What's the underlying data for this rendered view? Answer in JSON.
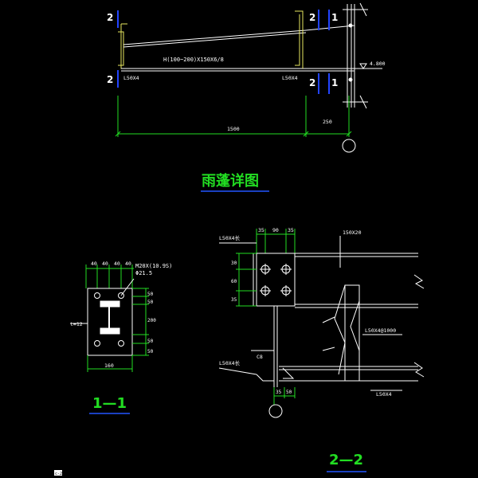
{
  "drawing": {
    "main_title": "雨蓬详图",
    "section_labels": {
      "s1": "1—1",
      "s2": "2—2"
    },
    "top_view": {
      "section_mark": "2",
      "section_mark_right": "1",
      "beam_label": "H(100~200)X150X6/8",
      "angle_left": "L50X4",
      "angle_right": "L50X4",
      "elevation": "4.800",
      "dim_total": "1500",
      "dim_short": "250"
    },
    "section_1": {
      "dims_top": [
        "40",
        "40",
        "40",
        "40"
      ],
      "bolt_label": "M20X(10.9S)",
      "hole_label": "Φ21.5",
      "dims_right": [
        "50",
        "50",
        "200",
        "50",
        "50"
      ],
      "plate_label": "t=12",
      "width_label": "160"
    },
    "section_2": {
      "dims_top": [
        "35",
        "90",
        "35"
      ],
      "beam_label": "150X20",
      "angle_top": "L50X4长",
      "dims_left": [
        "30",
        "60",
        "35"
      ],
      "brace_label": "L50X4@1000",
      "angle_bottom": "L50X4长",
      "c_label": "C8",
      "angle_right": "L50X4",
      "dims_bottom": [
        "35",
        "50"
      ]
    },
    "footer_tag": "c-2",
    "colors": {
      "line": "#ffffff",
      "title": "#22dd22",
      "underline": "#2255ff",
      "dim": "#22dd22",
      "section_mark": "#2244ff",
      "steel": "#e8e860"
    }
  }
}
